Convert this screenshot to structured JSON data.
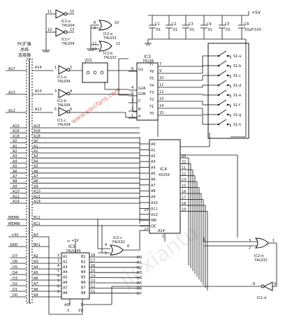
{
  "header": {
    "vcc": "+5V",
    "bus_title": "PC扩展",
    "bus_title2": "总线",
    "bus_title3": "连接器"
  },
  "capacitors": [
    {
      "name": "C1",
      "value": ".01"
    },
    {
      "name": "C2",
      "value": ".01"
    },
    {
      "name": "C3",
      "value": ".01"
    },
    {
      "name": "C4",
      "value": ".01"
    },
    {
      "name": "C5",
      "value": ".01"
    },
    {
      "name": "C6",
      "value": "10μF/10V"
    }
  ],
  "chips": {
    "ic1a": {
      "ref": "IC1-a",
      "part": "74LS04"
    },
    "ic1b": {
      "ref": "IC1-b",
      "part": "74LS04"
    },
    "ic1c": {
      "ref": "IC1-c",
      "part": "74LS04"
    },
    "ic1d": {
      "ref": "IC1-d"
    },
    "ic1e": {
      "ref": "IC1-e",
      "part": "74LS04"
    },
    "ic1f": {
      "ref": "IC1-f",
      "part": "74LS04"
    },
    "ic2a": {
      "ref": "IC2-a",
      "part": "74LS32"
    },
    "ic2b": {
      "ref": "IC2-b",
      "part": "74LS32"
    },
    "ic2c": {
      "ref": "IC2-c",
      "part": "74LS32"
    },
    "ic2d": {
      "ref": "IC2-d",
      "part": "74LS32"
    },
    "ic3": {
      "ref": "IC3",
      "part": "74138"
    },
    "ic4": {
      "ref": "IC4",
      "part": "43256"
    },
    "ic5": {
      "ref": "IC5",
      "part": "74LS245"
    },
    "ju1": {
      "ref": "JU1"
    }
  },
  "switches": [
    "S1-a",
    "S1-b",
    "S1-c",
    "S1-d",
    "S1-e",
    "S1-f",
    "S1-g",
    "S1-h"
  ],
  "bus": {
    "top_labels": [
      "A17",
      "A14",
      "A13",
      "A12"
    ],
    "addr_labels": [
      "A15",
      "A16",
      "A18",
      "A0",
      "A1",
      "A2",
      "A3",
      "A4",
      "A5",
      "A6",
      "A7",
      "A8",
      "A9",
      "A10",
      "A11",
      "A19"
    ],
    "addr_pins": [
      "A15",
      "A16",
      "A18",
      "A0",
      "A1",
      "A2",
      "A3",
      "A4",
      "A5",
      "A6",
      "A7",
      "A8",
      "A9",
      "A10",
      "A11",
      "A19"
    ],
    "ctrl_labels": [
      "MEMR",
      "MEMW"
    ],
    "ctrl_pins": [
      "B12",
      "B11"
    ],
    "vcc_label": "+5V",
    "vcc_pin": "B3",
    "gnd_label": "GND",
    "gnd_pin": "B01",
    "data_labels": [
      "D7",
      "D6",
      "D5",
      "D4",
      "D3",
      "D2",
      "D1",
      "D0"
    ],
    "data_pins": [
      "A2",
      "A3",
      "A4",
      "A5",
      "A6",
      "A7",
      "A8",
      "A9"
    ]
  },
  "ic3_pins": {
    "left": [
      {
        "name": "G1",
        "pin": "6"
      },
      {
        "name": "G2A",
        "pin": "4"
      },
      {
        "name": "G2B",
        "pin": "5"
      },
      {
        "name": "C",
        "pin": "3"
      },
      {
        "name": "B",
        "pin": "2"
      },
      {
        "name": "A",
        "pin": "1"
      }
    ],
    "right": [
      {
        "name": "Y7",
        "pin": "7"
      },
      {
        "name": "Y6",
        "pin": "9"
      },
      {
        "name": "Y5",
        "pin": "10"
      },
      {
        "name": "Y4",
        "pin": "11"
      },
      {
        "name": "Y3",
        "pin": "12"
      },
      {
        "name": "Y2",
        "pin": "13"
      },
      {
        "name": "Y1",
        "pin": "14"
      },
      {
        "name": "Y0",
        "pin": "15"
      }
    ]
  },
  "ic4_pins": {
    "left": [
      "A0",
      "A1",
      "A2",
      "A3",
      "A4",
      "A5",
      "A6",
      "A7",
      "A8",
      "A9",
      "A10",
      "A11",
      "A12",
      "WE",
      "OE"
    ],
    "right_pins": [
      "20",
      "22",
      "11",
      "12",
      "13",
      "15",
      "16",
      "17",
      "18",
      "19"
    ],
    "bottom": "A14"
  },
  "ic5": {
    "a_pins": [
      "A1",
      "A2",
      "A3",
      "A4",
      "A5",
      "A6",
      "A7",
      "A8"
    ],
    "b_pins": [
      "B1",
      "B2",
      "B3",
      "B4",
      "B5",
      "B6",
      "B7",
      "B8"
    ],
    "bottom_left": "A/B",
    "bottom_right": "E",
    "pin_nums_left": [
      "2",
      "3",
      "4",
      "5",
      "6",
      "7",
      "8",
      "9"
    ],
    "pin_nums_right": [
      "18",
      "17",
      "16",
      "15",
      "14",
      "13",
      "12",
      "11"
    ],
    "pin1": "1",
    "pin19": "19",
    "vcc": "+5V",
    "d_out": [
      "D0",
      "D1",
      "D2",
      "D3",
      "D4",
      "D5",
      "D6",
      "D7"
    ]
  },
  "pin_numbers": {
    "ic1e_in": "11",
    "ic1e_out": "10",
    "ic1f_in": "12",
    "ic1f_out": "13",
    "ic2a_p8": "8",
    "ic2a_p9": "9",
    "ic2a_p10": "10",
    "ic2b_p12": "12",
    "ic2b_p13": "13",
    "ic2b_p11": "11",
    "ic2_p3": "3",
    "ic2_p2": "2",
    "ic2_p1": "1",
    "ic2c_p4": "4",
    "ic2c_p5": "5",
    "ic2c_p6": "6",
    "ic1d_in": "9",
    "ic1d_out": "8",
    "ic1a_in": "1",
    "ic1a_out": "2",
    "ic1b_in": "3",
    "ic1b_out": "4",
    "ic1c_in": "5",
    "ic1c_out": "6",
    "ic4_a14": "1",
    "ic4_a12": "23",
    "ic4_oe": "27"
  },
  "watermark": {
    "main": "jiexiantu",
    "url": "www.elecfans.com"
  }
}
